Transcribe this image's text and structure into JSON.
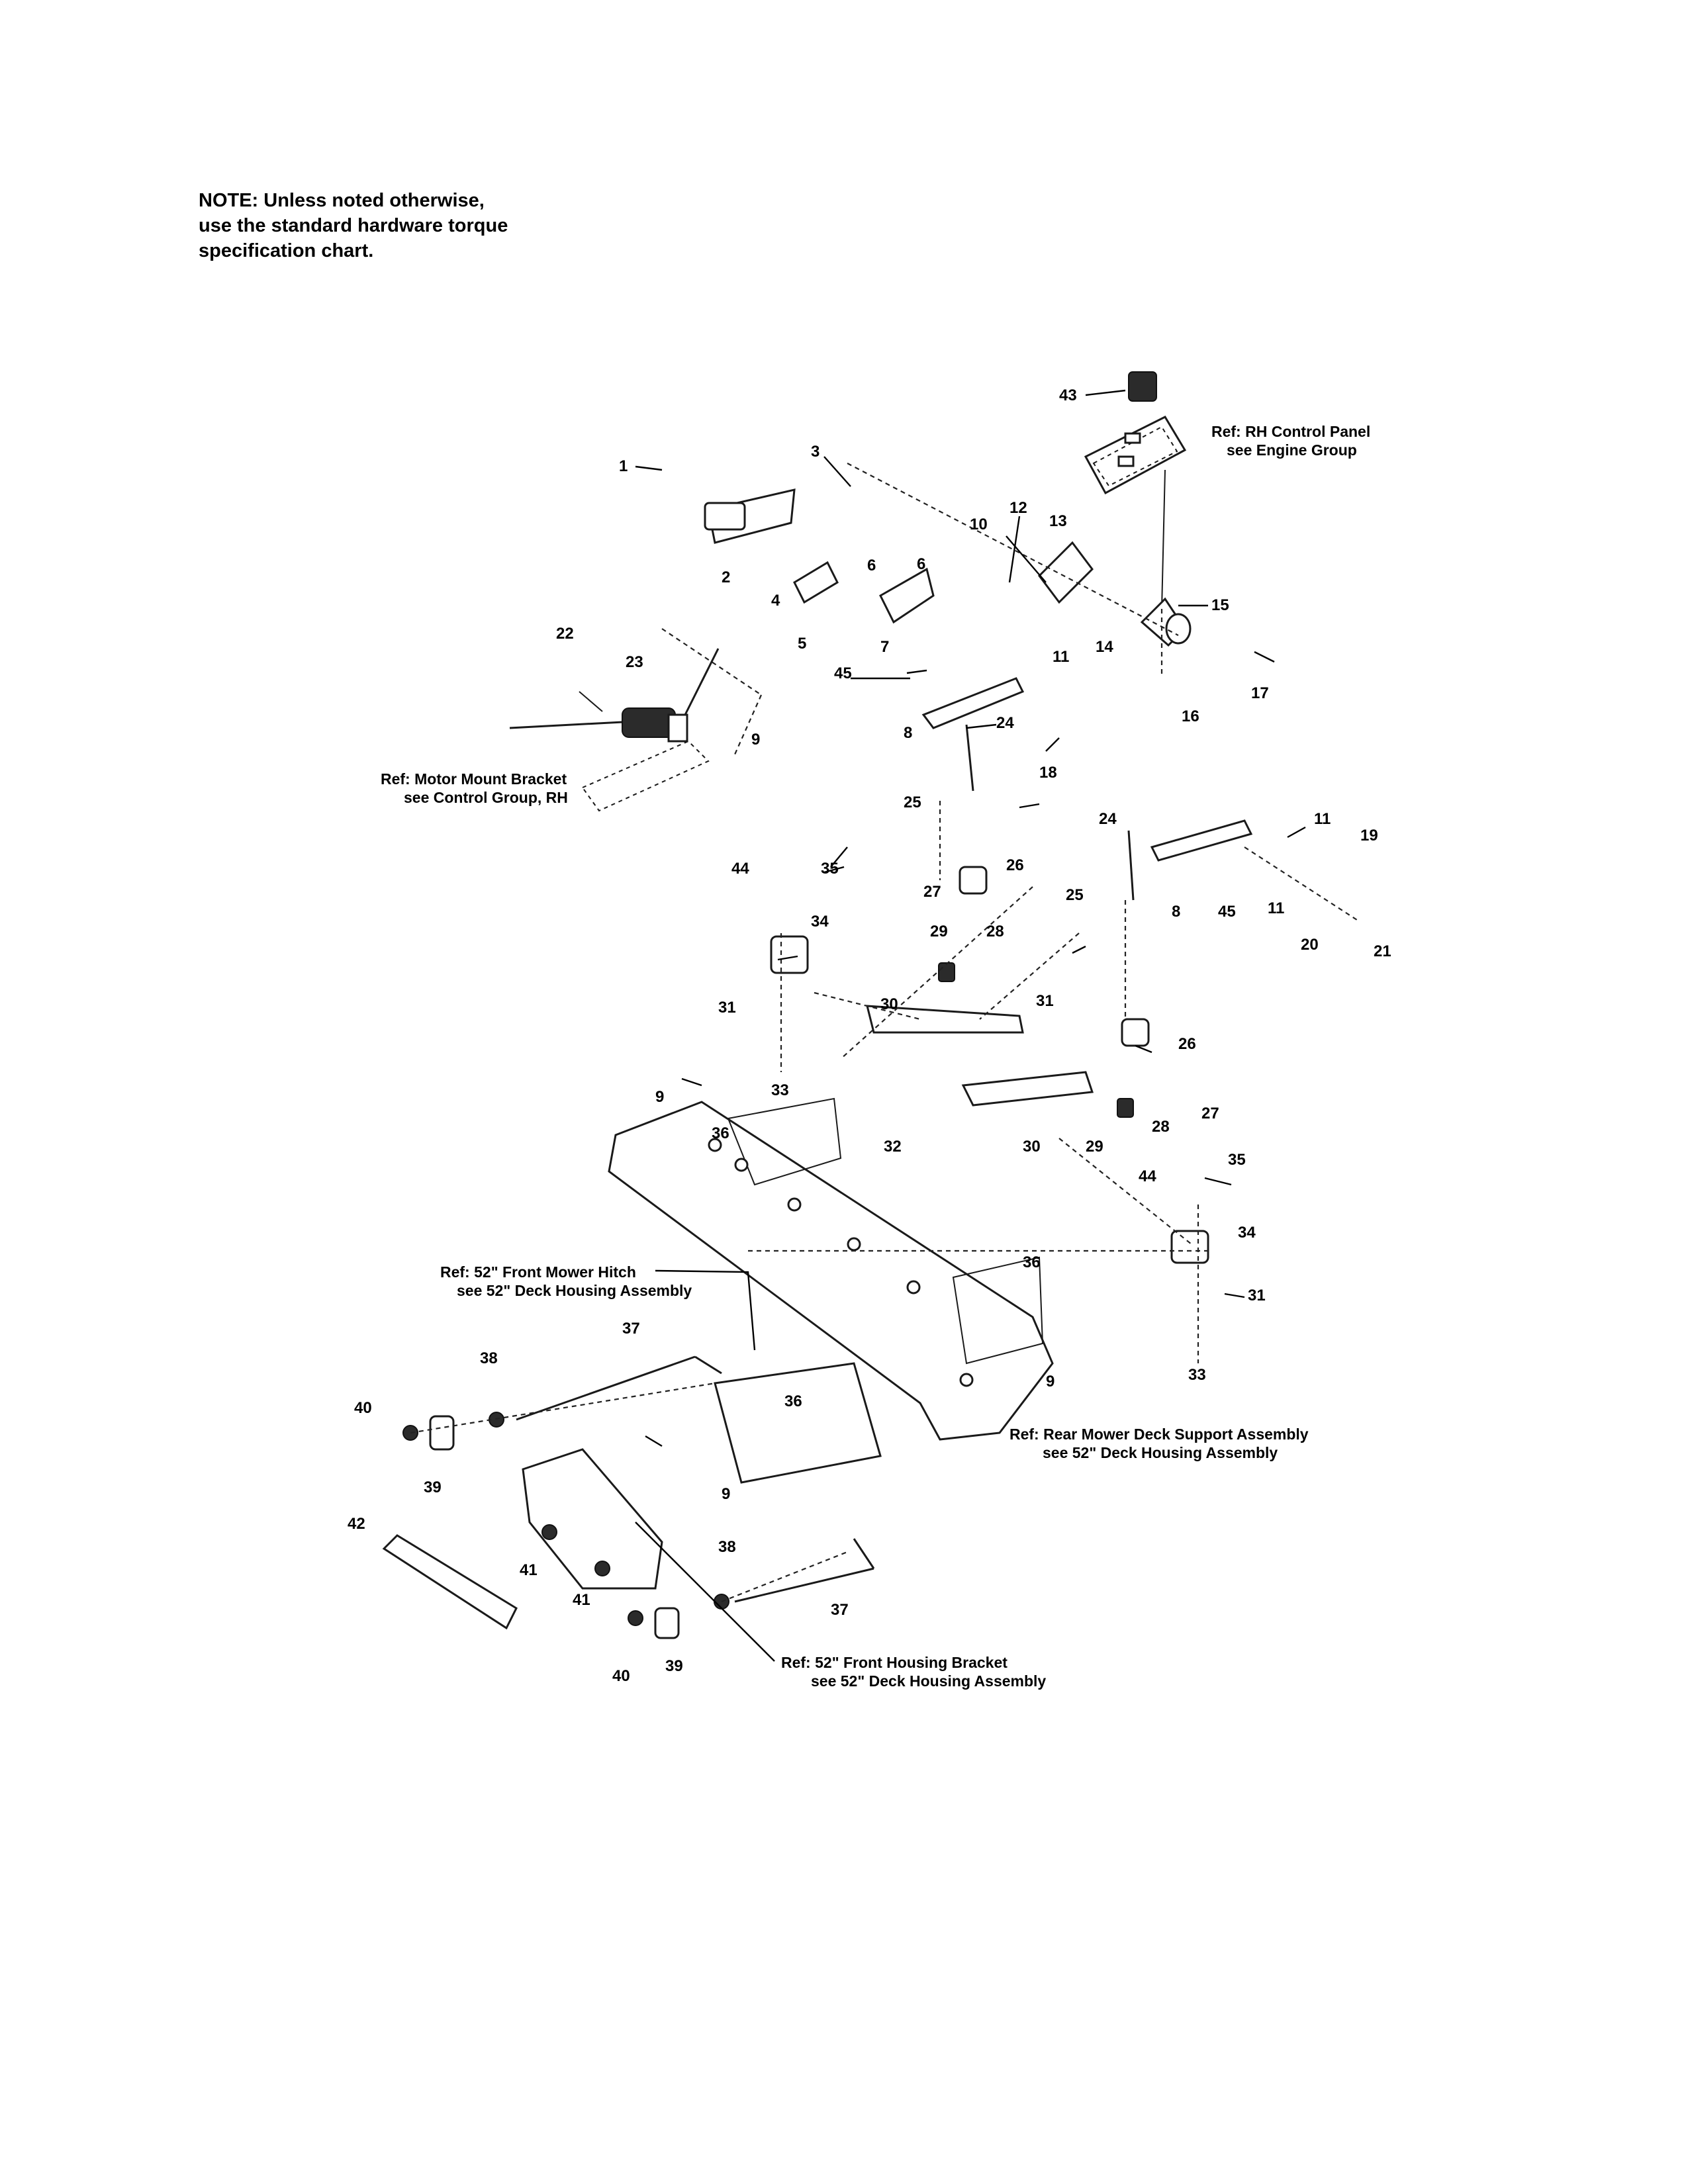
{
  "note": {
    "lines": [
      "NOTE: Unless noted otherwise,",
      "use the standard hardware torque",
      "specification chart."
    ]
  },
  "refs": {
    "rh_control_panel": [
      "Ref: RH Control Panel",
      "see Engine Group"
    ],
    "motor_mount_bracket": [
      "Ref: Motor Mount Bracket",
      "see Control Group, RH"
    ],
    "front_mower_hitch": [
      "Ref: 52\" Front Mower Hitch",
      "see 52\" Deck Housing Assembly"
    ],
    "rear_mower_deck_support": [
      "Ref: Rear Mower Deck Support Assembly",
      "see 52\" Deck Housing Assembly"
    ],
    "front_housing_bracket": [
      "Ref: 52\" Front Housing Bracket",
      "see 52\" Deck Housing Assembly"
    ]
  },
  "callouts": [
    "1",
    "2",
    "3",
    "4",
    "5",
    "6",
    "6",
    "7",
    "8",
    "8",
    "9",
    "9",
    "9",
    "9",
    "10",
    "11",
    "11",
    "11",
    "12",
    "13",
    "14",
    "15",
    "16",
    "17",
    "18",
    "19",
    "20",
    "21",
    "22",
    "23",
    "24",
    "24",
    "25",
    "25",
    "26",
    "26",
    "27",
    "27",
    "28",
    "28",
    "29",
    "29",
    "30",
    "30",
    "31",
    "31",
    "31",
    "32",
    "33",
    "33",
    "34",
    "34",
    "35",
    "35",
    "36",
    "36",
    "36",
    "37",
    "37",
    "38",
    "38",
    "39",
    "39",
    "40",
    "40",
    "41",
    "41",
    "42",
    "43",
    "44",
    "44",
    "45",
    "45"
  ]
}
